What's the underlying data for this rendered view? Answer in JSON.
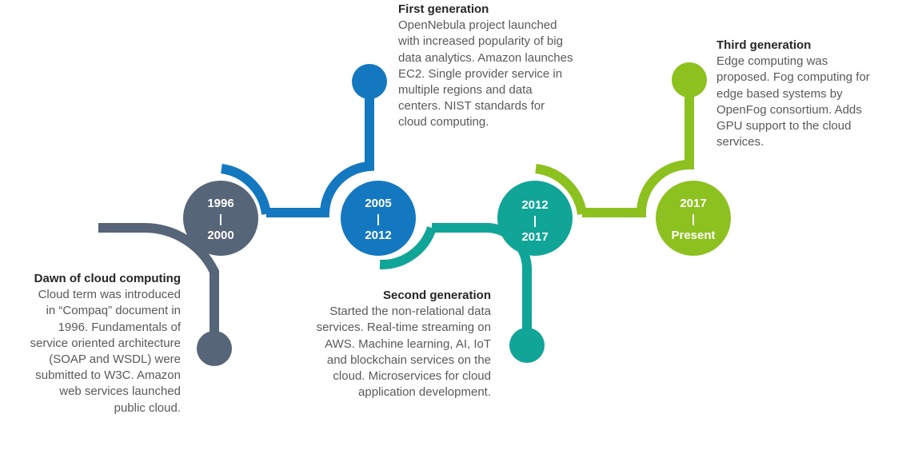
{
  "colors": {
    "era0": "#566578",
    "era1": "#1478c0",
    "era2": "#11a598",
    "era3": "#8dc11f"
  },
  "milestones": [
    {
      "start": "1996",
      "separator": "|",
      "end": "2000"
    },
    {
      "start": "2005",
      "separator": "|",
      "end": "2012"
    },
    {
      "start": "2012",
      "separator": "|",
      "end": "2017"
    },
    {
      "start": "2017",
      "separator": "|",
      "end": "Present"
    }
  ],
  "eras": [
    {
      "title": "Dawn of cloud computing",
      "text": "Cloud term was introduced in “Compaq” document in 1996. Fundamentals of service oriented architecture (SOAP and WSDL) were submitted to W3C. Amazon web services launched public cloud."
    },
    {
      "title": "First generation",
      "text": "OpenNebula project launched with increased popularity of big data analytics. Amazon launches EC2. Single provider service in multiple regions and data centers. NIST standards for cloud computing."
    },
    {
      "title": "Second generation",
      "text": "Started the non-relational data services. Real-time streaming on AWS. Machine learning, AI, IoT and blockchain services on the cloud. Microservices for cloud application development."
    },
    {
      "title": "Third generation",
      "text": "Edge computing was proposed. Fog computing for edge based systems by OpenFog consortium. Adds GPU support to the cloud services."
    }
  ]
}
